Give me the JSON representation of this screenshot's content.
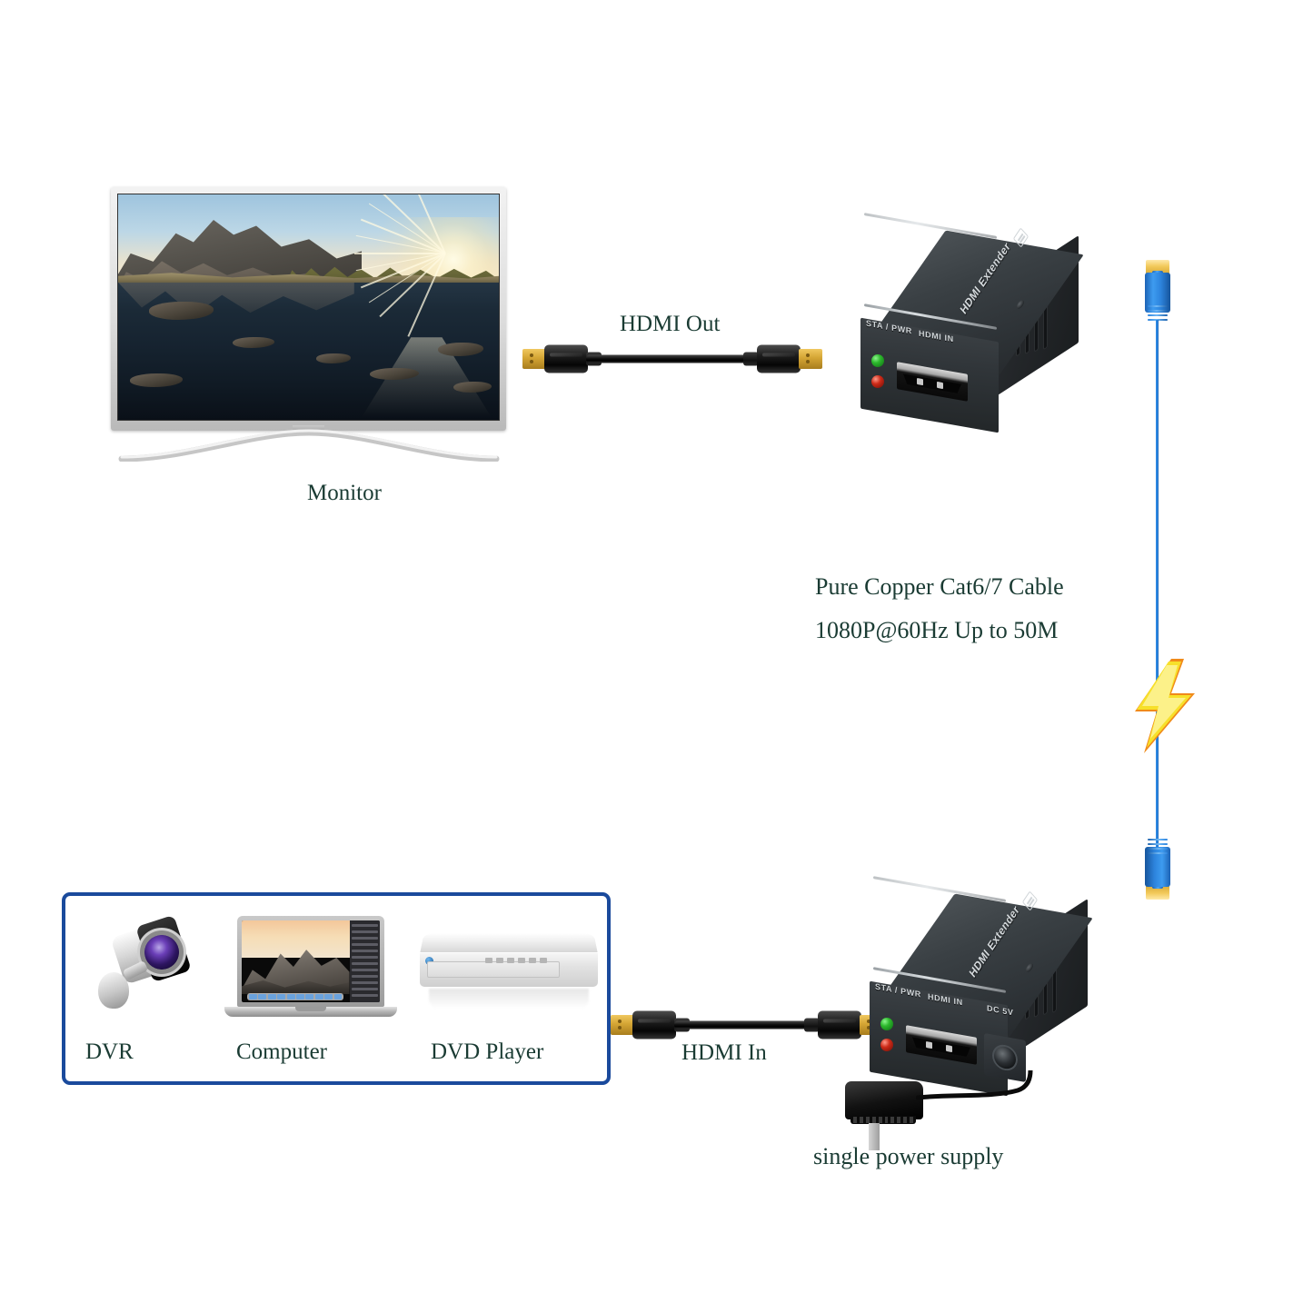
{
  "diagram": {
    "title": "HDMI Extender over Cat6/7 connection diagram",
    "accent_blue": "#1a4a9c",
    "text_color": "#1a3b33",
    "cable_blue": "#2f8ff0",
    "bolt_yellow": "#f7e02a",
    "bolt_orange": "#f08a1a"
  },
  "labels": {
    "monitor": "Monitor",
    "hdmi_out": "HDMI Out",
    "hdmi_in": "HDMI In",
    "cable_line1": "Pure Copper Cat6/7 Cable",
    "cable_line2": "1080P@60Hz Up to 50M",
    "power_supply": "single power supply"
  },
  "sources": {
    "items": [
      {
        "label": "DVR",
        "icon": "security-camera-icon"
      },
      {
        "label": "Computer",
        "icon": "laptop-icon"
      },
      {
        "label": "DVD Player",
        "icon": "dvd-player-icon"
      }
    ]
  },
  "receiver_unit": {
    "brand": "HDMI Extender",
    "led_status": "STA / PWR",
    "port_hdmi": "HDMI IN",
    "leds": [
      "green",
      "red"
    ]
  },
  "transmitter_unit": {
    "brand": "HDMI Extender",
    "led_status": "STA / PWR",
    "port_hdmi": "HDMI IN",
    "port_dc": "DC 5V",
    "leds": [
      "green",
      "red"
    ]
  },
  "icons": {
    "rj45_top": "rj45-connector-icon",
    "rj45_bottom": "rj45-connector-icon",
    "lightning": "lightning-bolt-icon",
    "hdmi_cable_top": "hdmi-cable-icon",
    "hdmi_cable_bottom": "hdmi-cable-icon",
    "power_adapter": "power-adapter-icon"
  }
}
